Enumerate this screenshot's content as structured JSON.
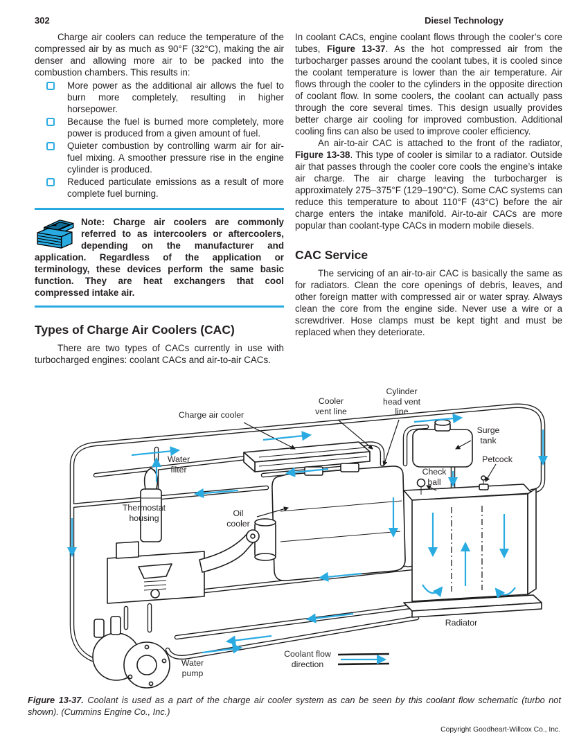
{
  "page": {
    "number": "302",
    "running_head": "Diesel Technology",
    "copyright": "Copyright Goodheart-Willcox Co., Inc."
  },
  "left": {
    "intro": "Charge air coolers can reduce the temperature of the compressed air by as much as 90°F (32°C), making the air denser and allowing more air to be packed into the combustion chambers. This results in:",
    "bullets": [
      "More power as the additional air allows the fuel to burn more completely, resulting in higher horsepower.",
      "Because the fuel is burned more completely, more power is produced from a given amount of fuel.",
      "Quieter combustion by controlling warm air for air-fuel mixing. A smoother pressure rise in the engine cylinder is produced.",
      "Reduced particulate emissions as a result of more complete fuel burning."
    ],
    "note": "Note: Charge air coolers are commonly referred to as intercoolers or aftercoolers, depending on the manufacturer and application. Regardless of the application or terminology, these devices perform the same basic function. They are heat exchangers that cool compressed intake air.",
    "heading": "Types of Charge Air Coolers (CAC)",
    "body": "There are two types of CACs currently in use with turbocharged engines: coolant CACs and air-to-air CACs."
  },
  "right": {
    "para1": {
      "t1": "In coolant CACs, engine coolant flows through the cooler’s core tubes, ",
      "ref": "Figure 13-37",
      "t2": ". As the hot compressed air from the turbocharger passes around the coolant tubes, it is cooled since the coolant temperature is lower than the air temperature. Air flows through the cooler to the cylinders in the opposite direction of coolant flow. In some coolers, the coolant can actually pass through the core several times. This design usually provides better charge air cooling for improved combustion. Additional cooling fins can also be used to improve cooler efficiency."
    },
    "para2": {
      "t1": "An air-to-air CAC is attached to the front of the radiator, ",
      "ref": "Figure 13-38",
      "t2": ". This type of cooler is similar to a radiator. Outside air that passes through the cooler core cools the engine’s intake air charge. The air charge leaving the turbocharger is approximately 275–375°F (129–190°C). Some CAC systems can reduce this temperature to about 110°F (43°C) before the air charge enters the intake manifold. Air-to-air CACs are more popular than coolant-type CACs in modern mobile diesels."
    },
    "heading": "CAC Service",
    "body": "The servicing of an air-to-air CAC is basically the same as for radiators. Clean the core openings of debris, leaves, and other foreign matter with compressed air or water spray. Always clean the core from the engine side. Never use a wire or a screwdriver. Hose clamps must be kept tight and must be replaced when they deteriorate."
  },
  "figure": {
    "labels": {
      "charge_air_cooler": "Charge air cooler",
      "cooler_vent_line": "Cooler vent line",
      "cylinder_head_vent_line": "Cylinder head vent line",
      "surge_tank": "Surge tank",
      "petcock": "Petcock",
      "check_ball": "Check ball",
      "water_filter": "Water filter",
      "thermostat_housing": "Thermostat housing",
      "oil_cooler": "Oil cooler",
      "radiator": "Radiator",
      "water_pump": "Water pump",
      "legend": "Coolant flow direction"
    },
    "caption_ref": "Figure 13-37.",
    "caption_text": "Coolant is used as a part of the charge air cooler system as can be seen by this coolant flow schematic (turbo not shown). (Cummins Engine Co., Inc.)"
  },
  "colors": {
    "accent_cyan": "#29abe2",
    "ink": "#231f20"
  }
}
